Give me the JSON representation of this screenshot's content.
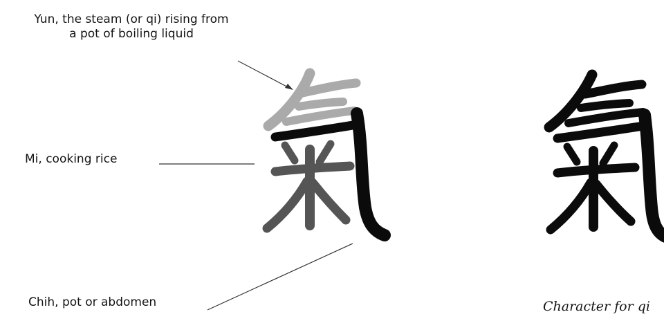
{
  "labels": {
    "yun_line1": "Yun, the steam (or qi) rising from",
    "yun_line2": "a pot of boiling liquid",
    "mi": "Mi, cooking rice",
    "chih": "Chih, pot or abdomen"
  },
  "caption": "Character for qi",
  "colors": {
    "yun_component": "#aaaaaa",
    "mi_component": "#555555",
    "chih_component": "#0b0b0b",
    "full_character": "#0b0b0b",
    "leader_lines": "#333333"
  }
}
